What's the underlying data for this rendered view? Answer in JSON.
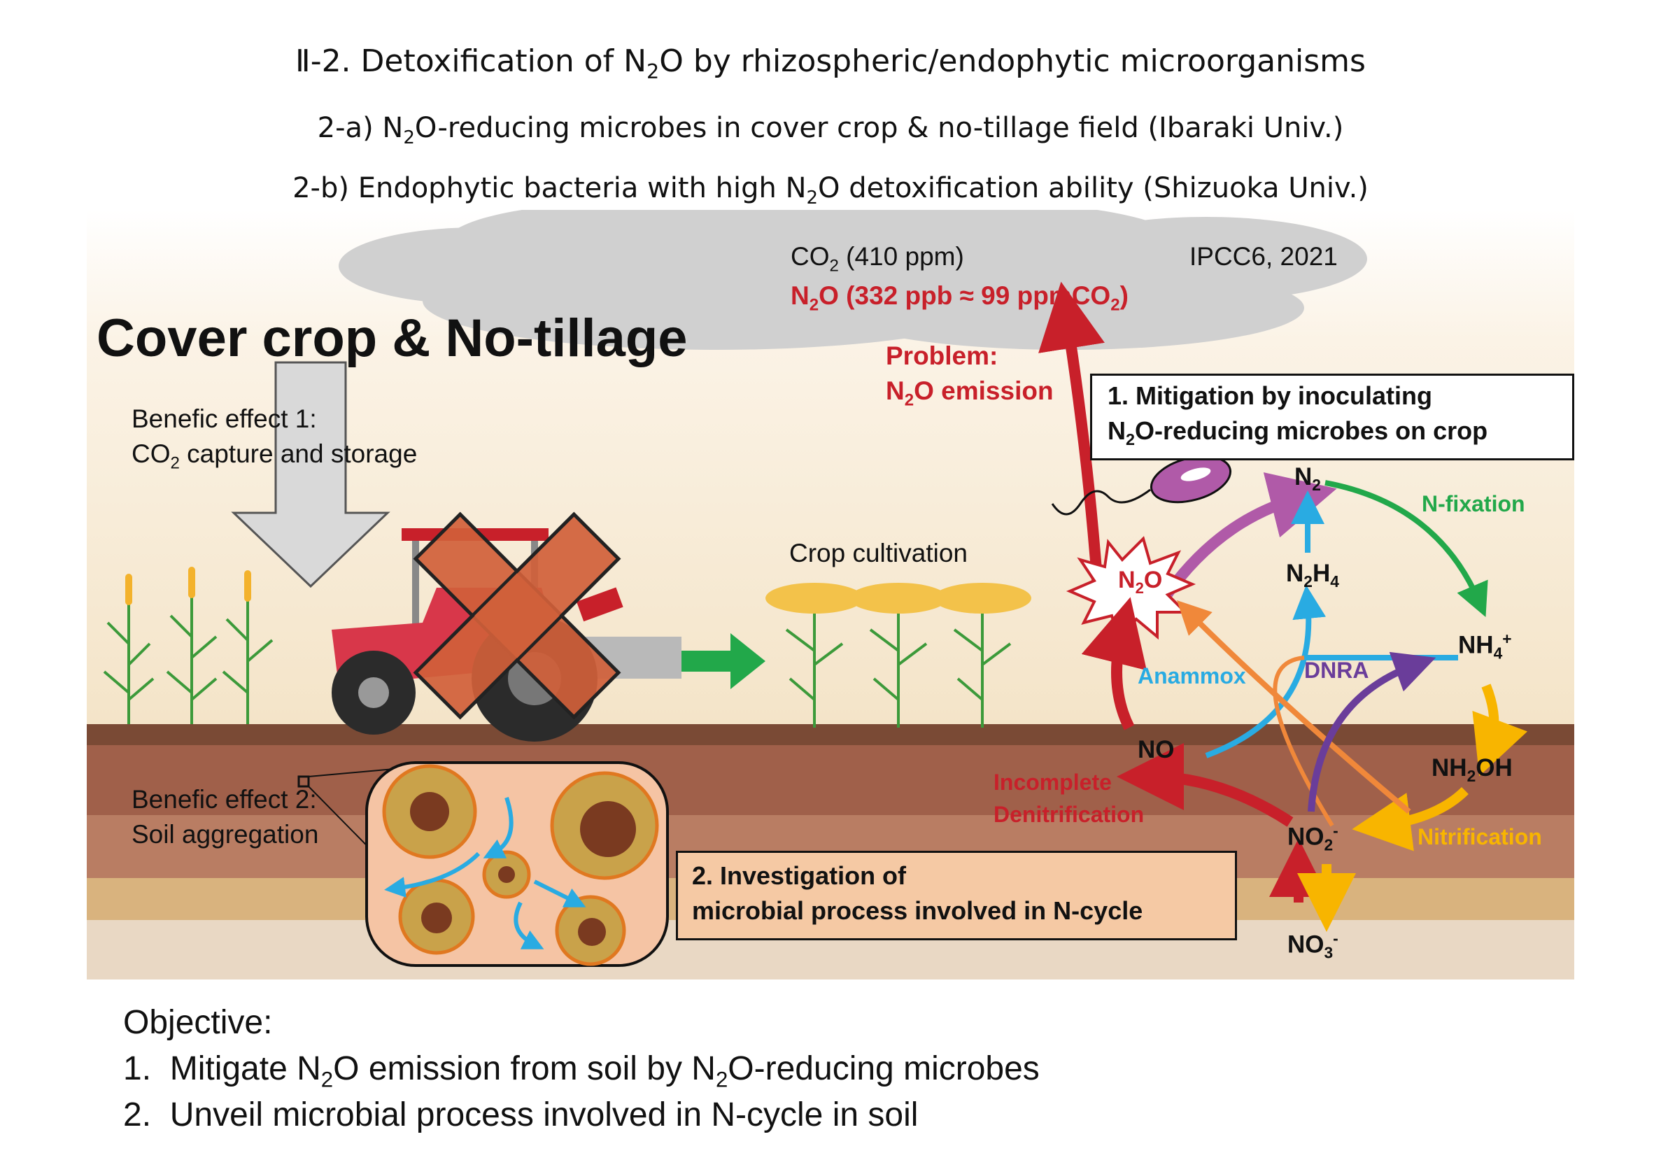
{
  "header": {
    "title_pre": "Ⅱ-2. Detoxification of N",
    "title_post": "O by rhizospheric/endophytic microorganisms",
    "subtitle_a_pre": "2-a) N",
    "subtitle_a_post": "O-reducing microbes in cover crop & no-tillage field (Ibaraki Univ.)",
    "subtitle_b_pre": "2-b) Endophytic bacteria with high N",
    "subtitle_b_post": "O detoxification ability (Shizuoka Univ.)",
    "sub_2": "2"
  },
  "atmosphere": {
    "co2_pre": "CO",
    "co2_post": " (410 ppm)",
    "ipcc": "IPCC6, 2021",
    "n2o_pre": "N",
    "n2o_mid": "O (332 ppb ≈ 99 ppmCO",
    "n2o_post": ")"
  },
  "left": {
    "heading": "Cover crop & No-tillage",
    "benefit1_line1": "Benefic effect 1:",
    "benefit1_line2_pre": "CO",
    "benefit1_line2_post": " capture and storage",
    "benefit2_line1": "Benefic effect 2:",
    "benefit2_line2": "Soil aggregation",
    "crop_label": "Crop cultivation"
  },
  "cycle": {
    "problem_line1": "Problem:",
    "problem_line2_pre": "N",
    "problem_line2_post": "O emission",
    "mitigation_line1": "1. Mitigation by inoculating",
    "mitigation_line2_pre": "N",
    "mitigation_line2_post": "O-reducing microbes on crop",
    "n2": "N",
    "n2o_burst_pre": "N",
    "n2o_burst_post": "O",
    "n2h4_a": "N",
    "n2h4_b": "H",
    "nh4": "NH",
    "nh4_sup": "+",
    "nh2oh_a": "NH",
    "nh2oh_b": "OH",
    "no": "NO",
    "no2": "NO",
    "no2_sup": "-",
    "no3": "NO",
    "no3_sub": "3",
    "no3_sup": "-",
    "sub2": "2",
    "sub4": "4",
    "n_fixation": "N-fixation",
    "anammox": "Anammox",
    "dnra": "DNRA",
    "nitrification": "Nitrification",
    "incomplete_line1": "Incomplete",
    "incomplete_line2": "Denitrification",
    "investigation_line1": "2. Investigation of",
    "investigation_line2": "microbial process involved in N-cycle"
  },
  "objective": {
    "heading": "Objective:",
    "item1_num": "1.",
    "item1_pre": "Mitigate N",
    "item1_mid": "O emission from soil by N",
    "item1_post": "O-reducing microbes",
    "item2_num": "2.",
    "item2": "Unveil microbial process involved in N-cycle in soil"
  },
  "colors": {
    "red": "#c8202a",
    "blue": "#29abe2",
    "green": "#22a84a",
    "orange": "#f0883a",
    "purple": "#6a3d9a",
    "yellow": "#f8b500",
    "magenta": "#b05aa8"
  }
}
